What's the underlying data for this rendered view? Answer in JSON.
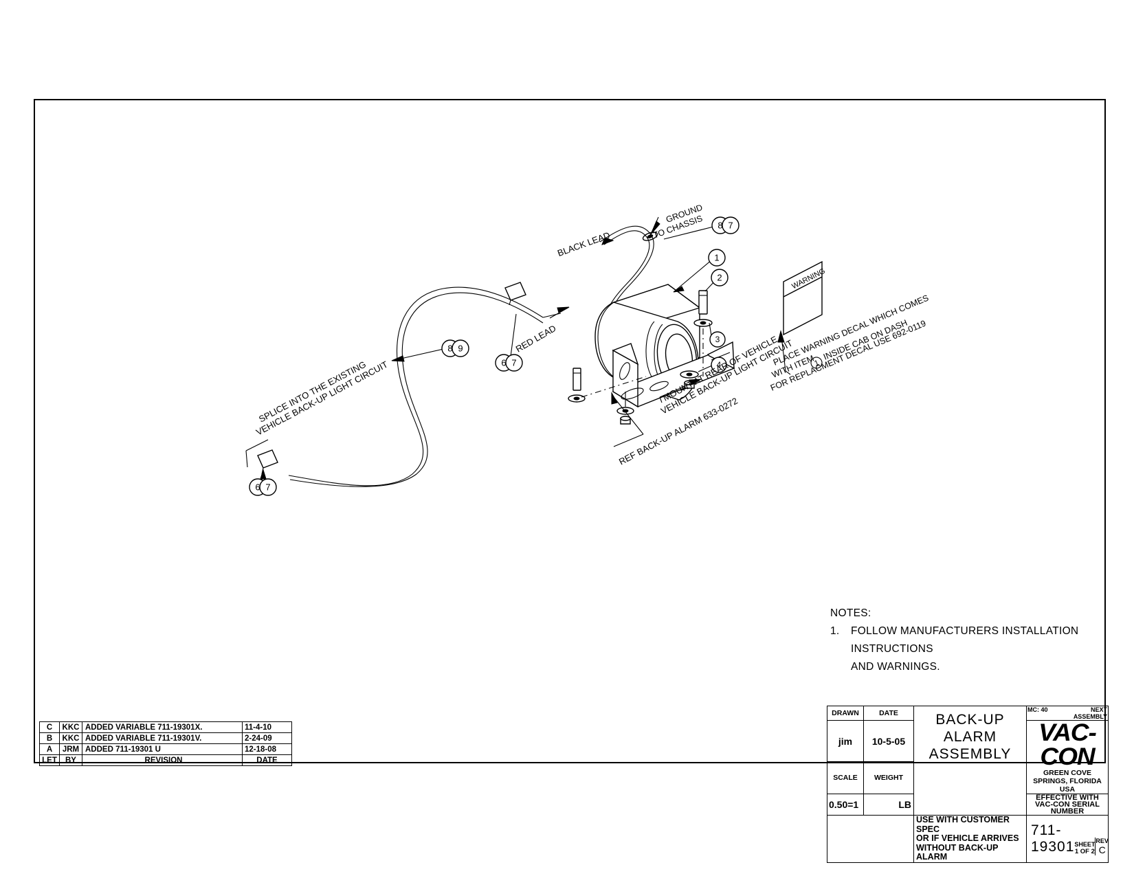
{
  "document": {
    "type": "engineering-assembly-drawing",
    "sheet_border": true
  },
  "notes": {
    "heading": "NOTES:",
    "items": [
      {
        "num": "1.",
        "line1": "FOLLOW MANUFACTURERS INSTALLATION INSTRUCTIONS",
        "line2": "AND WARNINGS."
      }
    ]
  },
  "callouts": {
    "ground_to_chassis_l1": "GROUND",
    "ground_to_chassis_l2": "TO CHASSIS",
    "black_lead": "BLACK LEAD",
    "red_lead": "RED LEAD",
    "splice_l1": "SPLICE INTO THE EXISTING",
    "splice_l2": "VEHICLE BACK-UP LIGHT CIRCUIT",
    "mount_l1": "MOUNT AT REAR OF VEHICLE",
    "mount_l2": "VEHICLE BACK-UP LIGHT CIRCUIT",
    "ref_alarm": "REF BACK-UP ALARM 633-0272",
    "decal_l1": "PLACE WARNING DECAL WHICH COMES",
    "decal_l2a": "WITH ITEM",
    "decal_l2b": "INSIDE CAB ON DASH",
    "decal_l2_item": "1",
    "decal_l3": "FOR REPLACMENT DECAL USE 692-0119",
    "warning_label": "WARNING"
  },
  "balloons": {
    "ground_pair": [
      "8",
      "7"
    ],
    "item_1": "1",
    "item_2": "2",
    "item_3": "3",
    "item_4": "4",
    "splice_pair_mid": [
      "8",
      "9"
    ],
    "red_lead_pair": [
      "6",
      "7"
    ],
    "splice_pair_low": [
      "6",
      "7"
    ]
  },
  "revision_table": {
    "columns": [
      "LET",
      "BY",
      "REVISION",
      "DATE"
    ],
    "rows": [
      {
        "let": "C",
        "by": "KKC",
        "revision": "ADDED  VARIABLE  711-19301X.",
        "date": "11-4-10"
      },
      {
        "let": "B",
        "by": "KKC",
        "revision": "ADDED  VARIABLE  711-19301V.",
        "date": "2-24-09"
      },
      {
        "let": "A",
        "by": "JRM",
        "revision": "ADDED  711-19301 U",
        "date": "12-18-08"
      }
    ]
  },
  "title_block": {
    "drawn_label": "DRAWN",
    "drawn_value": "jim",
    "date_label": "DATE",
    "date_value": "10-5-05",
    "scale_label": "SCALE",
    "scale_value": "0.50=1",
    "weight_label": "WEIGHT",
    "weight_value": "LB",
    "title_line1": "BACK-UP  ALARM",
    "title_line2": "ASSEMBLY",
    "mc_label": "MC: 40",
    "next_assembly_label": "NEXT ASSEMBLY",
    "company_name": "VAC-CON",
    "company_address": "GREEN COVE SPRINGS, FLORIDA USA",
    "effective_label": "EFFECTIVE WITH VAC-CON SERIAL NUMBER",
    "spec_line1": "USE WITH CUSTOMER SPEC",
    "spec_line2": "OR IF VEHICLE ARRIVES",
    "spec_line3": "WITHOUT BACK-UP ALARM",
    "drawing_number": "711-19301",
    "sheet_label": "SHEET",
    "sheet_value": "1 OF 2",
    "rev_label": "REV",
    "rev_value": "C"
  }
}
